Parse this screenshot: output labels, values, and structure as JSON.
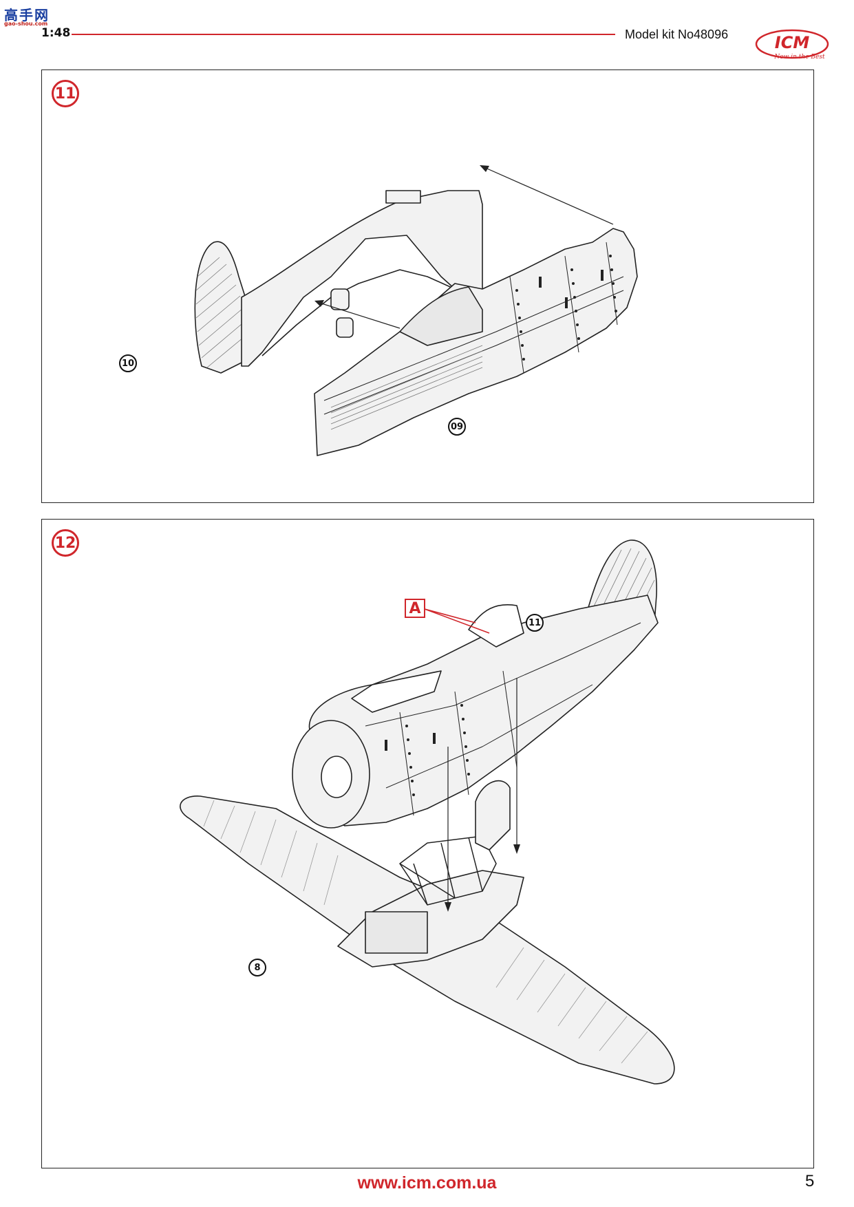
{
  "header": {
    "watermark_text": "高手网",
    "watermark_sub": "gao-shou.com",
    "scale": "1:48",
    "model_kit": "Model kit No48096",
    "logo_text": "ICM",
    "logo_tagline": "Now in the Best"
  },
  "steps": [
    {
      "number": "11",
      "parts": [
        "10",
        "09"
      ]
    },
    {
      "number": "12",
      "parts": [
        "11",
        "8"
      ],
      "callout": "A"
    }
  ],
  "footer": {
    "url": "www.icm.com.ua",
    "page_number": "5"
  },
  "colors": {
    "accent": "#d0262b",
    "line": "#222222",
    "fill": "#f2f2f2"
  }
}
